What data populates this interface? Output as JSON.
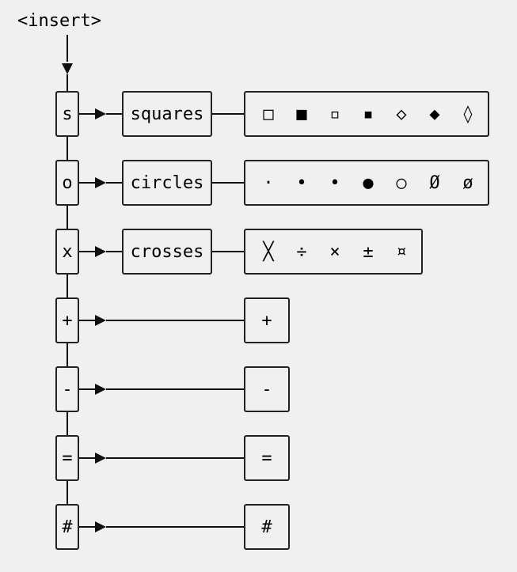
{
  "title": "<insert>",
  "keys": [
    "s",
    "o",
    "x",
    "+",
    "-",
    "=",
    "#"
  ],
  "categories": [
    "squares",
    "circles",
    "crosses"
  ],
  "symbols": {
    "squares": [
      "□",
      "■",
      "▫",
      "▪",
      "◇",
      "◆",
      "◊"
    ],
    "circles": [
      "·",
      "•",
      "•",
      "●",
      "○",
      "Ø",
      "ø"
    ],
    "crosses": [
      "╳",
      "÷",
      "×",
      "±",
      "¤"
    ],
    "plus": "+",
    "minus": "-",
    "equals": "=",
    "hash": "#"
  }
}
